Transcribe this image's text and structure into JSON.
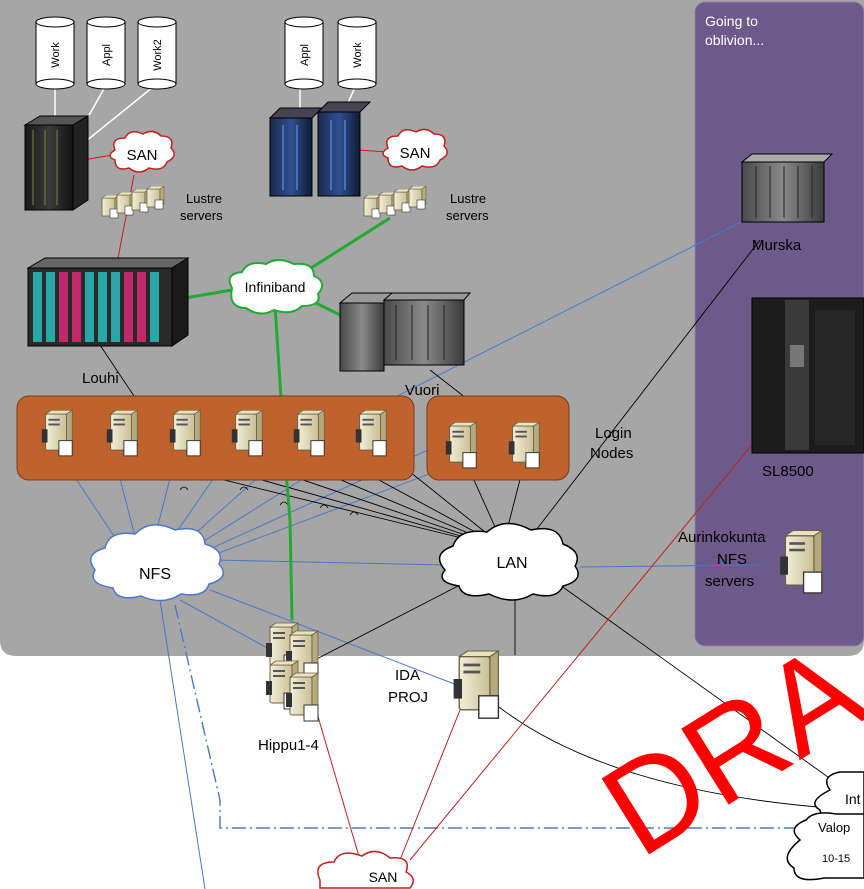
{
  "labels": {
    "going_to_oblivion_line1": "Going to",
    "going_to_oblivion_line2": "oblivion...",
    "work_disk_left": "Work",
    "appl_disk_left": "Appl",
    "work2_disk_left": "Work2",
    "appl_disk_right": "Appl",
    "work_disk_right": "Work",
    "san_left": "SAN",
    "san_right": "SAN",
    "san_bottom": "SAN",
    "lustre_left_line1": "Lustre",
    "lustre_left_line2": "servers",
    "lustre_right_line1": "Lustre",
    "lustre_right_line2": "servers",
    "infiniband": "Infiniband",
    "louhi": "Louhi",
    "vuori": "Vuori",
    "murska": "Murska",
    "sl8500": "SL8500",
    "login_nodes_line1": "Login",
    "login_nodes_line2": "Nodes",
    "aurinkokunta_line1": "Aurinkokunta",
    "aurinkokunta_line2": "NFS",
    "aurinkokunta_line3": "servers",
    "nfs": "NFS",
    "lan": "LAN",
    "ida_line1": "IDA",
    "ida_line2": "PROJ",
    "hippu": "Hippu1-4",
    "internet_partial": "Int",
    "valop_partial": "Valop",
    "ten_fifteen_partial": "10-15",
    "watermark": "DRA"
  },
  "colors": {
    "background_panel": "#a6a6a6",
    "oblivion_panel": "#6d5a8a",
    "login_group": "#c0622d",
    "infiniband_line": "#22aa33",
    "nfs_line": "#4a78c8",
    "san_line": "#c0201a",
    "lan_line": "#000000",
    "watermark": "#ff0000"
  }
}
